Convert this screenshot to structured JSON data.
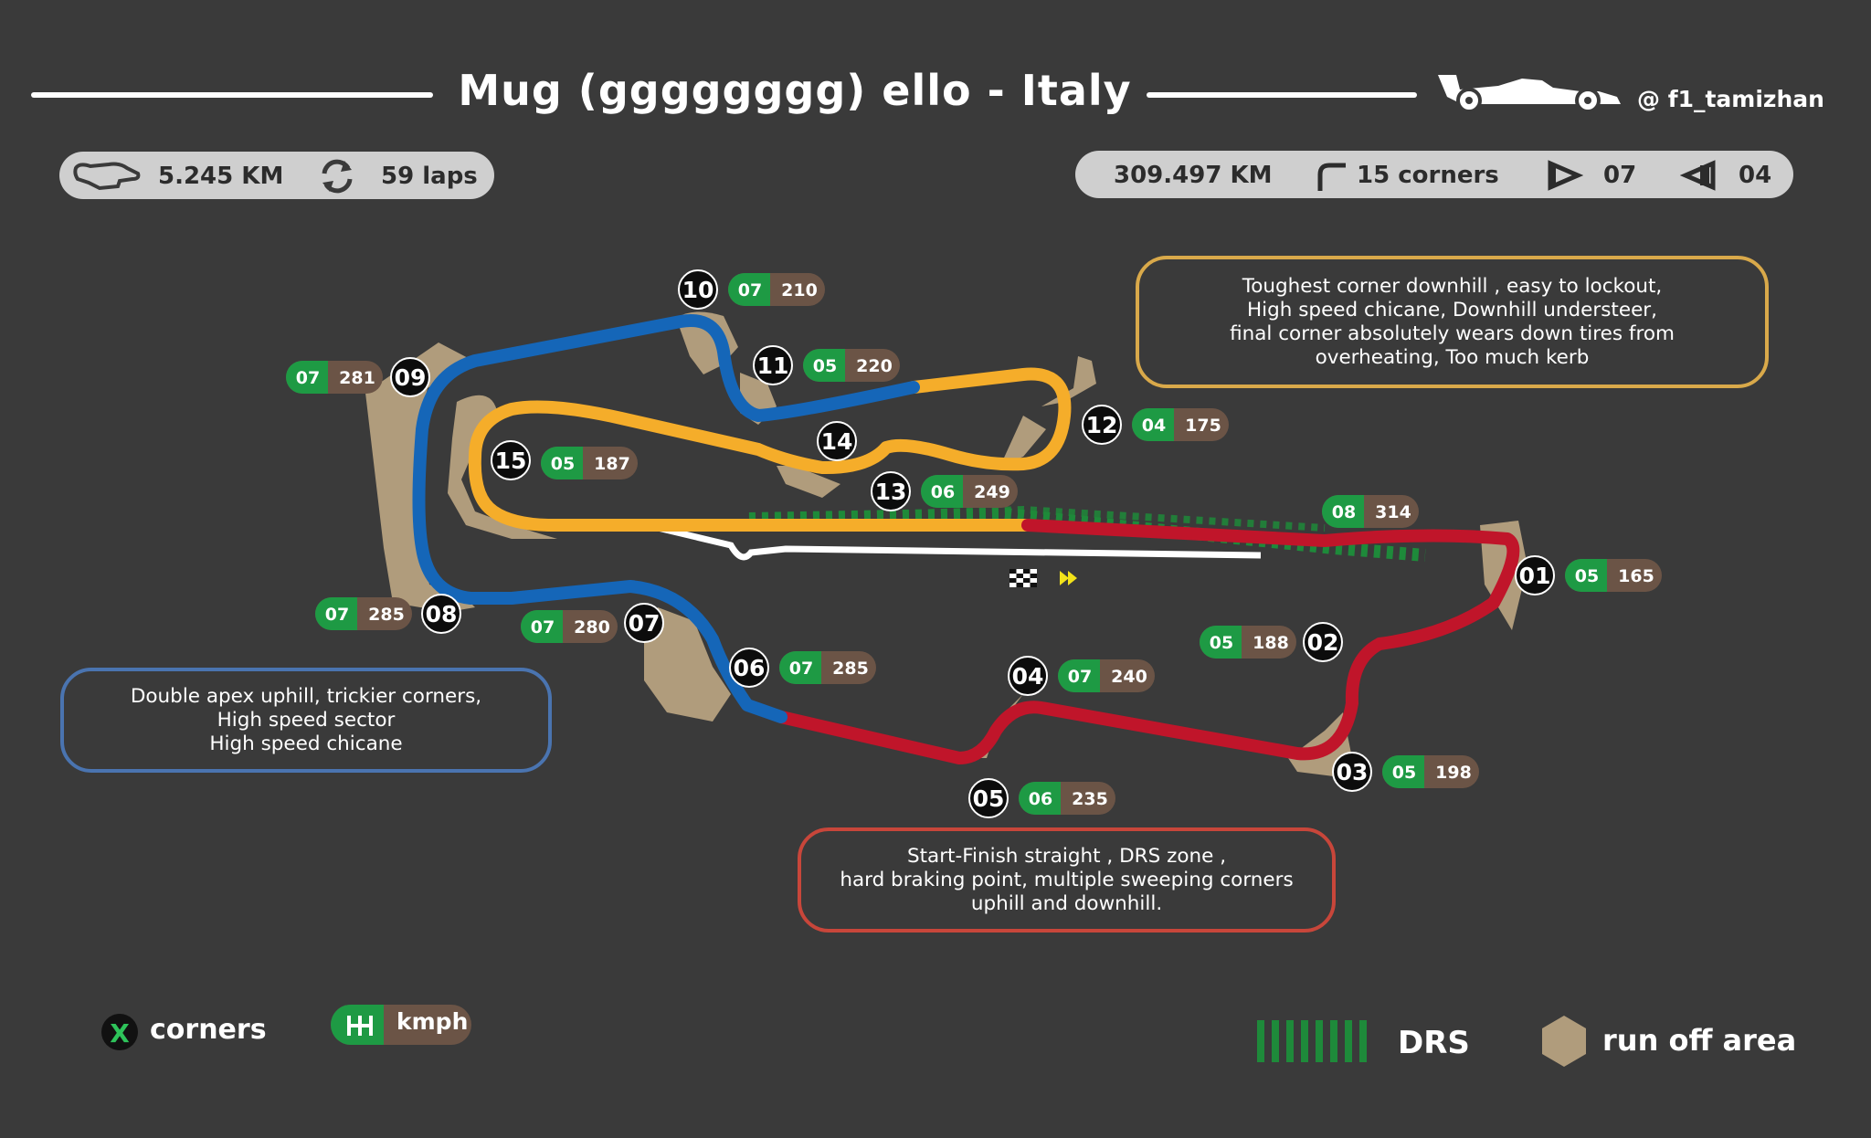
{
  "header": {
    "title": "Mug (gggggggg) ello - Italy",
    "handle": "@ f1_tamizhan"
  },
  "stats_left": {
    "length": "5.245 KM",
    "laps": "59 laps"
  },
  "stats_right": {
    "distance": "309.497 KM",
    "corners": "15 corners",
    "gear_up": "07",
    "gear_down": "04"
  },
  "notes": {
    "yellow": "Toughest corner downhill , easy to lockout,\nHigh speed chicane, Downhill understeer,\nfinal corner absolutely wears down tires from\noverheating, Too much kerb",
    "blue": "Double apex uphill, trickier corners,\nHigh speed sector\nHigh speed chicane",
    "red": "Start-Finish straight , DRS zone ,\nhard braking point,  multiple sweeping corners\nuphill and downhill."
  },
  "colors": {
    "background": "#3a3a3a",
    "sector1": "#c0152a",
    "sector2": "#1566b8",
    "sector3": "#f5ad2a",
    "runoff": "#b09c7c",
    "drs": "#1e8a3a",
    "gear_badge": "#1e9a44",
    "speed_badge": "#6b5446",
    "yellow_border": "#d9a94a",
    "blue_border": "#4a74b0",
    "red_border": "#c8463a"
  },
  "corners": [
    {
      "num": "01",
      "gear": "05",
      "speed": "165"
    },
    {
      "num": "02",
      "gear": "05",
      "speed": "188"
    },
    {
      "num": "03",
      "gear": "05",
      "speed": "198"
    },
    {
      "num": "04",
      "gear": "07",
      "speed": "240"
    },
    {
      "num": "05",
      "gear": "06",
      "speed": "235"
    },
    {
      "num": "06",
      "gear": "07",
      "speed": "285"
    },
    {
      "num": "07",
      "gear": "07",
      "speed": "280"
    },
    {
      "num": "08",
      "gear": "07",
      "speed": "285"
    },
    {
      "num": "09",
      "gear": "07",
      "speed": "281"
    },
    {
      "num": "10",
      "gear": "07",
      "speed": "210"
    },
    {
      "num": "11",
      "gear": "05",
      "speed": "220"
    },
    {
      "num": "12",
      "gear": "04",
      "speed": "175"
    },
    {
      "num": "13",
      "gear": "06",
      "speed": "249"
    },
    {
      "num": "14",
      "gear": "",
      "speed": ""
    },
    {
      "num": "15",
      "gear": "05",
      "speed": "187"
    }
  ],
  "straight_badge": {
    "gear": "08",
    "speed": "314"
  },
  "legend": {
    "corners_label": "corners",
    "corner_symbol": "X",
    "kmph_label": "kmph",
    "drs_label": "DRS",
    "runoff_label": "run off area"
  }
}
